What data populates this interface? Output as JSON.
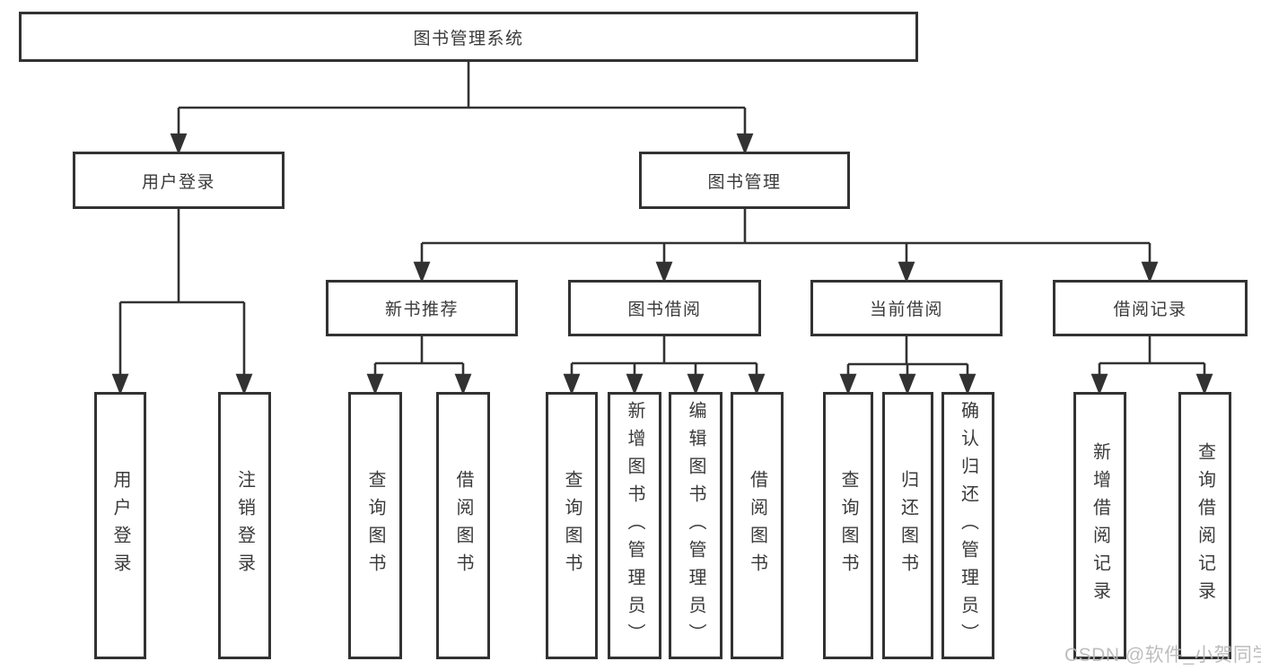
{
  "tree": {
    "root": {
      "label": "图书管理系统"
    },
    "children": [
      {
        "label": "用户登录",
        "children": [
          {
            "label": "用户登录"
          },
          {
            "label": "注销登录"
          }
        ]
      },
      {
        "label": "图书管理",
        "children": [
          {
            "label": "新书推荐",
            "children": [
              {
                "label": "查询图书"
              },
              {
                "label": "借阅图书"
              }
            ]
          },
          {
            "label": "图书借阅",
            "children": [
              {
                "label": "查询图书"
              },
              {
                "label": "新增图书（管理员）"
              },
              {
                "label": "编辑图书（管理员）"
              },
              {
                "label": "借阅图书"
              }
            ]
          },
          {
            "label": "当前借阅",
            "children": [
              {
                "label": "查询图书"
              },
              {
                "label": "归还图书"
              },
              {
                "label": "确认归还（管理员）"
              }
            ]
          },
          {
            "label": "借阅记录",
            "children": [
              {
                "label": "新增借阅记录"
              },
              {
                "label": "查询借阅记录"
              }
            ]
          }
        ]
      }
    ]
  },
  "watermark": {
    "text": "CSDN @软件_小贺同学"
  },
  "colors": {
    "line": "#323232",
    "text": "#3a3a3a",
    "background": "#ffffff",
    "watermark": "#b6b6b6"
  }
}
